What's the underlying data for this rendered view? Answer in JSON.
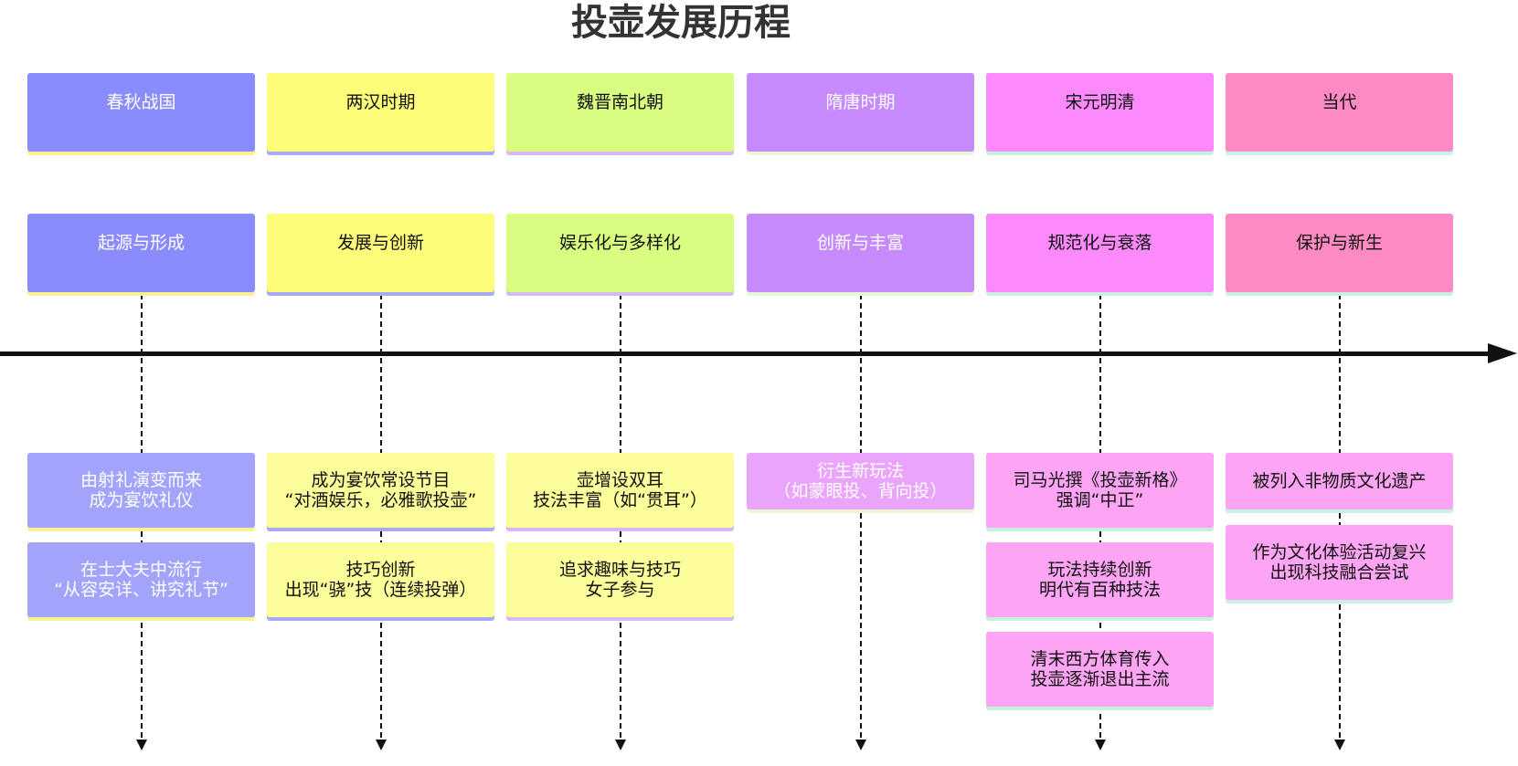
{
  "title": "投壶发展历程",
  "periods": [
    {
      "name": "春秋战国",
      "stage": "起源与形成",
      "color": "#8a8cfd",
      "event_color": "#a2a4fc",
      "text_color": "#ffffff",
      "accent": "#f8f294",
      "events": [
        "由射礼演变而来\n成为宴饮礼仪",
        "在士大夫中流行\n“从容安详、讲究礼节”"
      ]
    },
    {
      "name": "两汉时期",
      "stage": "发展与创新",
      "color": "#fdfd7a",
      "event_color": "#fdfd9a",
      "text_color": "#111111",
      "accent": "#a8aaf2",
      "events": [
        "成为宴饮常设节目\n“对酒娱乐，必雅歌投壶”",
        "技巧创新\n出现“骁”技（连续投弹）"
      ]
    },
    {
      "name": "魏晋南北朝",
      "stage": "娱乐化与多样化",
      "color": "#d9fd80",
      "event_color": "#fdfd9a",
      "text_color": "#111111",
      "accent": "#d6b8f5",
      "events": [
        "壶增设双耳\n技法丰富（如“贯耳”）",
        "追求趣味与技巧\n女子参与"
      ]
    },
    {
      "name": "隋唐时期",
      "stage": "创新与丰富",
      "color": "#c68afc",
      "event_color": "#eba4fc",
      "text_color": "#ffffff",
      "accent": "#e8f7d8",
      "events": [
        "衍生新玩法\n（如蒙眼投、背向投）"
      ]
    },
    {
      "name": "宋元明清",
      "stage": "规范化与衰落",
      "color": "#fd8afd",
      "event_color": "#fda4f4",
      "text_color": "#111111",
      "accent": "#c8f0dc",
      "events": [
        "司马光撰《投壶新格》\n强调“中正”",
        "玩法持续创新\n明代有百种技法",
        "清末西方体育传入\n投壶逐渐退出主流"
      ]
    },
    {
      "name": "当代",
      "stage": "保护与新生",
      "color": "#fd8ac2",
      "event_color": "#fda4f4",
      "text_color": "#111111",
      "accent": "#c8f0e4",
      "events": [
        "被列入非物质文化遗产",
        "作为文化体验活动复兴\n出现科技融合尝试"
      ]
    }
  ]
}
